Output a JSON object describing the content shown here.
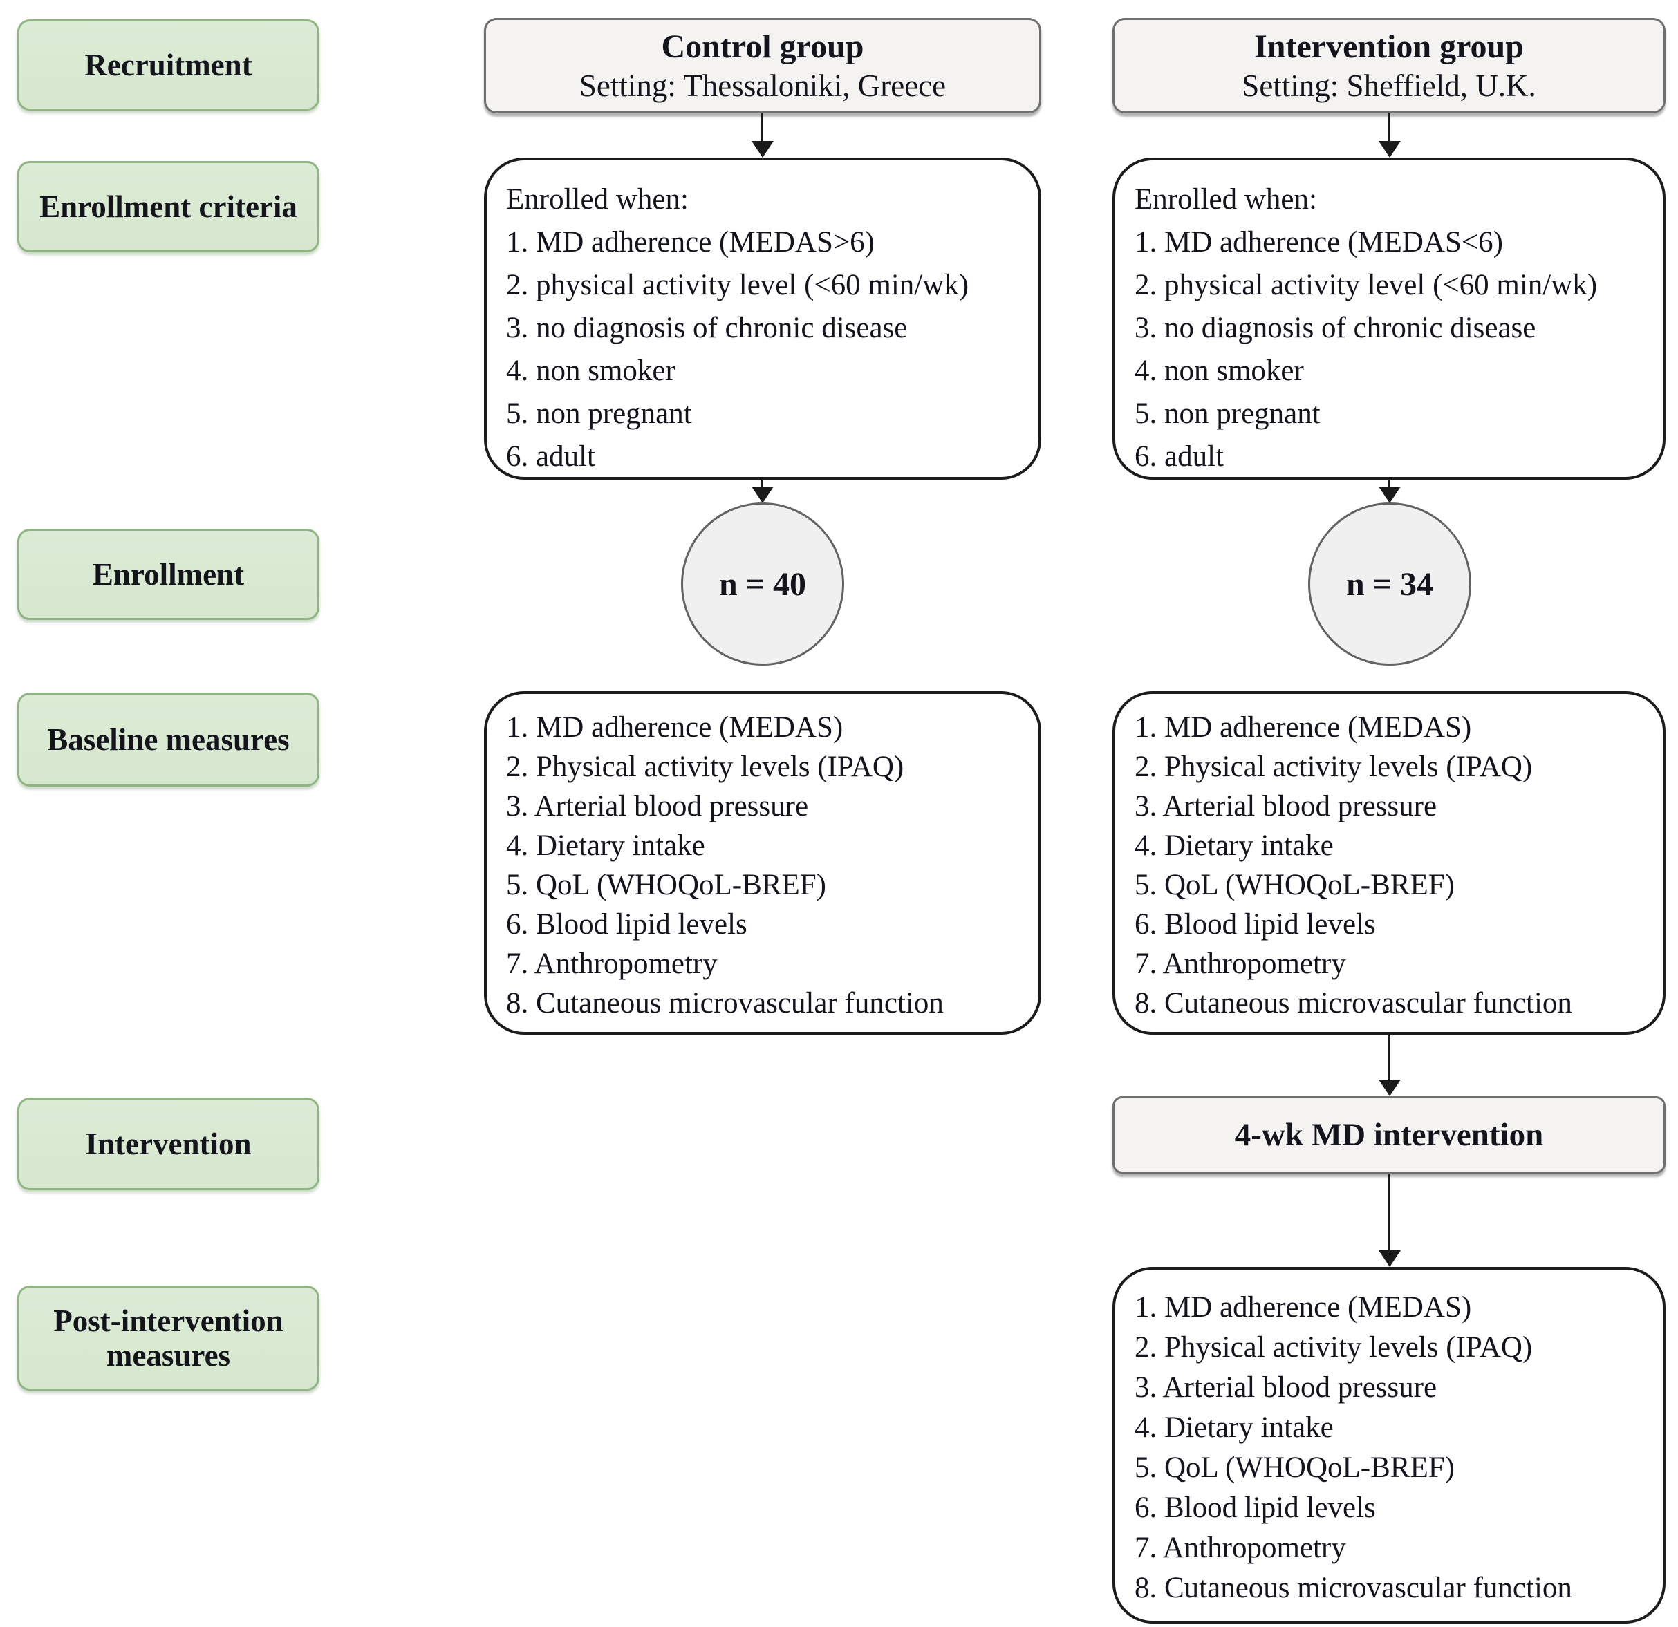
{
  "palette": {
    "stage_label_fill": "#d9e8d1",
    "stage_label_border": "#8fb580",
    "gray_box_fill": "#f4f3f2",
    "gray_box_border": "#6f6f6f",
    "white_box_border": "#1c1c1c",
    "circle_fill": "#f1f0f1",
    "circle_border": "#636363",
    "arrow_color": "#1a1a1a",
    "text_color": "#14141c",
    "background": "#ffffff"
  },
  "stages": [
    {
      "label": "Recruitment"
    },
    {
      "label": "Enrollment criteria"
    },
    {
      "label": "Enrollment"
    },
    {
      "label": "Baseline measures"
    },
    {
      "label": "Intervention"
    },
    {
      "label": "Post-intervention measures"
    }
  ],
  "control": {
    "title": "Control group",
    "setting": "Setting: Thessaloniki, Greece",
    "enrolled_heading": "Enrolled when:",
    "enrollment_criteria": [
      "1. MD adherence (MEDAS>6)",
      "2. physical activity level (<60 min/wk)",
      "3. no diagnosis of chronic disease",
      "4. non smoker",
      "5. non pregnant",
      "6. adult"
    ],
    "enrollment_n": "n = 40",
    "baseline_measures": [
      "1. MD adherence (MEDAS)",
      "2. Physical activity levels (IPAQ)",
      "3. Arterial blood pressure",
      "4. Dietary intake",
      "5. QoL (WHOQoL-BREF)",
      "6. Blood lipid levels",
      "7. Anthropometry",
      "8. Cutaneous microvascular function"
    ]
  },
  "intervention": {
    "title": "Intervention group",
    "setting": "Setting: Sheffield, U.K.",
    "enrolled_heading": "Enrolled when:",
    "enrollment_criteria": [
      "1. MD adherence (MEDAS<6)",
      "2. physical activity level (<60 min/wk)",
      "3. no diagnosis of chronic disease",
      "4. non smoker",
      "5. non pregnant",
      "6. adult"
    ],
    "enrollment_n": "n = 34",
    "baseline_measures": [
      "1. MD adherence (MEDAS)",
      "2. Physical activity levels (IPAQ)",
      "3. Arterial blood pressure",
      "4. Dietary intake",
      "5. QoL (WHOQoL-BREF)",
      "6. Blood lipid levels",
      "7. Anthropometry",
      "8. Cutaneous microvascular function"
    ],
    "intervention_step": "4-wk MD intervention",
    "post_intervention_measures": [
      "1. MD adherence (MEDAS)",
      "2. Physical activity levels (IPAQ)",
      "3. Arterial blood pressure",
      "4. Dietary intake",
      "5. QoL (WHOQoL-BREF)",
      "6. Blood lipid levels",
      "7. Anthropometry",
      "8. Cutaneous microvascular function"
    ]
  }
}
